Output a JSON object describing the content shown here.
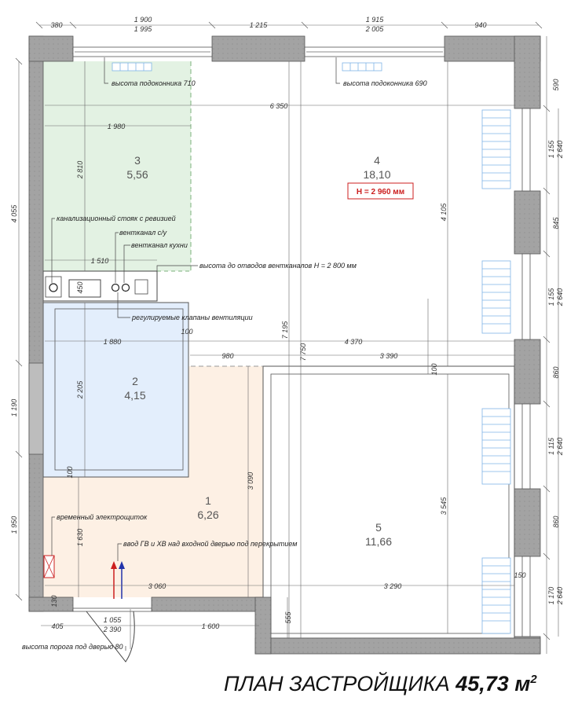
{
  "title": {
    "text": "ПЛАН ЗАСТРОЙЩИКА",
    "area": "45,73",
    "unit": "м",
    "unit_exp": "2"
  },
  "height_label": "H = 2 960 мм",
  "colors": {
    "wall": "#9a9a9a",
    "room3": "#e3f2e3",
    "room2": "#e3eefc",
    "room1": "#fdf0e4",
    "height_box": "#cc1f1f",
    "window_glass": "#7fb4e6",
    "dim_line": "#666666"
  },
  "rooms": [
    {
      "number": "3",
      "area": "5,56"
    },
    {
      "number": "4",
      "area": "18,10"
    },
    {
      "number": "2",
      "area": "4,15"
    },
    {
      "number": "1",
      "area": "6,26"
    },
    {
      "number": "5",
      "area": "11,66"
    }
  ],
  "notes": {
    "sill_left": "высота подоконника 710",
    "sill_right": "высота подоконника 690",
    "riser": "канализационный стояк с ревизией",
    "vent_wc": "вентканал с/у",
    "vent_kitchen": "вентканал кухни",
    "vent_height": "высота до отводов вентканалов H = 2 800 мм",
    "vent_valves": "регулируемые клапаны вентиляции",
    "panel": "временный электрощиток",
    "water_inlet": "ввод ГВ и ХВ над входной дверью под перекрытием",
    "threshold": "высота порога под дверью 80"
  },
  "dims": {
    "top_380": "380",
    "top_1900": "1 900",
    "top_1995": "1 995",
    "top_1215": "1 215",
    "top_1915": "1 915",
    "top_2005": "2 005",
    "top_940": "940",
    "d_6350": "6 350",
    "d_1980": "1 980",
    "d_2810": "2 810",
    "d_1510": "1 510",
    "d_450": "450",
    "d_1880": "1 880",
    "d_100a": "100",
    "d_980": "980",
    "d_4370": "4 370",
    "d_3390": "3 390",
    "d_100b": "100",
    "d_2205": "2 205",
    "d_100c": "100",
    "d_7195": "7 195",
    "d_7750": "7 750",
    "d_4105": "4 105",
    "d_3090": "3 090",
    "d_3545": "3 545",
    "d_1630": "1 630",
    "d_3060": "3 060",
    "d_3290": "3 290",
    "d_150": "150",
    "d_130": "130",
    "d_555": "555",
    "d_1055": "1 055",
    "d_2390": "2 390",
    "d_405": "405",
    "d_1600": "1 600",
    "left_4055": "4 055",
    "left_1190": "1 190",
    "left_1950": "1 950",
    "right_590": "590",
    "right_1155a": "1 155",
    "right_2640a": "2 640",
    "right_845": "845",
    "right_1155b": "1 155",
    "right_2640b": "2 640",
    "right_860a": "860",
    "right_1115": "1 115",
    "right_2640c": "2 640",
    "right_860b": "860",
    "right_1170": "1 170",
    "right_2640d": "2 640"
  }
}
